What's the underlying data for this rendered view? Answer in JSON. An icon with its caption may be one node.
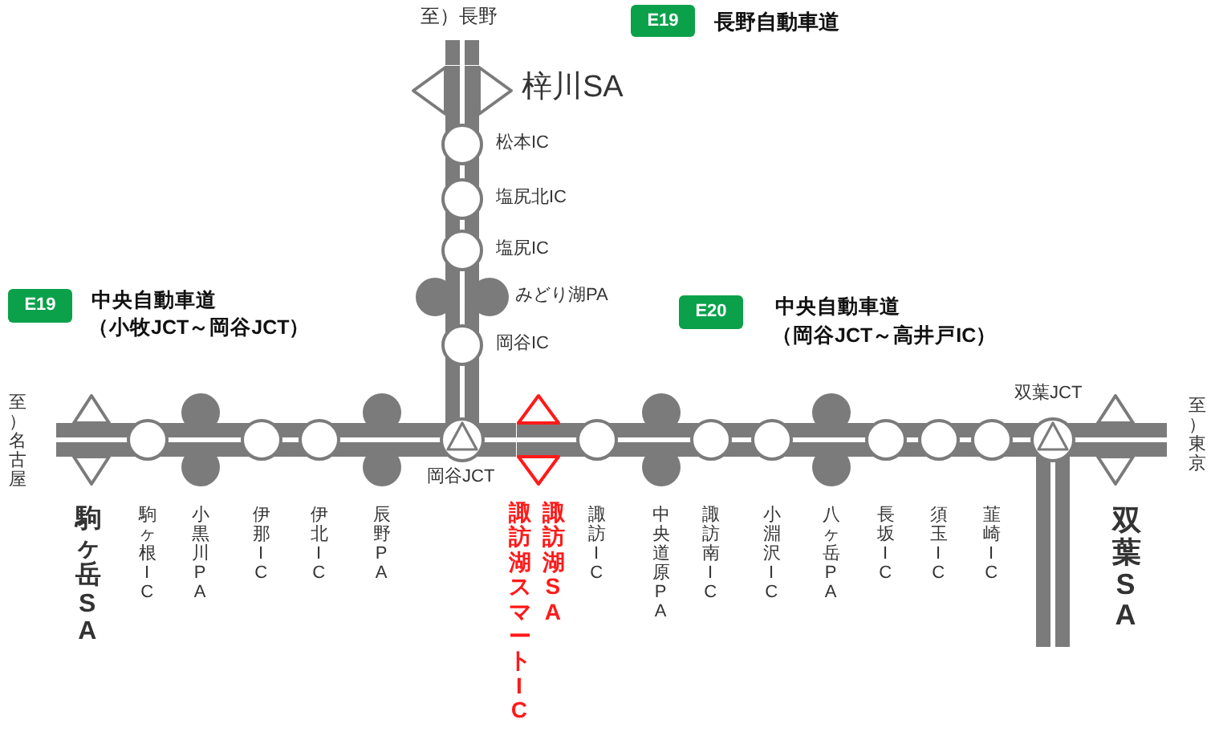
{
  "diagram": {
    "nodes": [
      {
        "text": [
          "E19"
        ],
        "beside": [
          "長野自動車道"
        ]
      },
      {
        "text": [],
        "shape": "triangle",
        "beside": [
          "梓川SA"
        ]
      },
      {
        "text": [],
        "shape": "circle",
        "beside": [
          "松本IC"
        ]
      },
      {
        "text": [],
        "shape": "circle",
        "beside": [
          "塩尻北IC"
        ]
      },
      {
        "text": [],
        "shape": "circle",
        "beside": [
          "塩尻IC"
        ]
      },
      {
        "text": [],
        "shape": "disc",
        "beside": [
          "みどり湖PA"
        ]
      },
      {
        "text": [],
        "shape": "circle",
        "beside": [
          "岡谷IC"
        ]
      },
      {
        "text": [
          "E19"
        ],
        "beside": [
          "中央自動車道",
          "（小牧JCT～岡谷JCT）"
        ]
      },
      {
        "text": [
          "E20"
        ],
        "beside": [
          "中央自動車道",
          "（岡谷JCT～高井戸IC）"
        ]
      },
      {
        "text": [],
        "shape": "triangle",
        "beside": [
          "駒ヶ岳SA"
        ]
      },
      {
        "text": [],
        "shape": "circle",
        "beside": [
          "駒ヶ根IC"
        ]
      },
      {
        "text": [],
        "shape": "disc",
        "beside": [
          "小黒川PA"
        ]
      },
      {
        "text": [],
        "shape": "circle",
        "beside": [
          "伊那IC"
        ]
      },
      {
        "text": [],
        "shape": "circle",
        "beside": [
          "伊北IC"
        ]
      },
      {
        "text": [],
        "shape": "disc",
        "beside": [
          "辰野PA"
        ]
      },
      {
        "text": [],
        "shape": "junction",
        "beside": [
          "岡谷JCT"
        ]
      },
      {
        "text": [],
        "shape": "triangle",
        "beside": [
          "諏訪湖SA",
          "諏訪湖スマートIC"
        ]
      },
      {
        "text": [],
        "shape": "circle",
        "beside": [
          "諏訪IC"
        ]
      },
      {
        "text": [],
        "shape": "disc",
        "beside": [
          "中央道原PA"
        ]
      },
      {
        "text": [],
        "shape": "circle",
        "beside": [
          "諏訪南IC"
        ]
      },
      {
        "text": [],
        "shape": "circle",
        "beside": [
          "小淵沢IC"
        ]
      },
      {
        "text": [],
        "shape": "disc",
        "beside": [
          "八ヶ岳PA"
        ]
      },
      {
        "text": [],
        "shape": "circle",
        "beside": [
          "長坂IC"
        ]
      },
      {
        "text": [],
        "shape": "circle",
        "beside": [
          "須玉IC"
        ]
      },
      {
        "text": [],
        "shape": "circle",
        "beside": [
          "韮崎IC"
        ]
      },
      {
        "text": [],
        "shape": "junction",
        "beside": [
          "双葉JCT"
        ]
      },
      {
        "text": [],
        "shape": "triangle",
        "beside": [
          "双葉SA"
        ]
      }
    ],
    "edges": [
      {
        "from": null,
        "to": 1,
        "arrow": "none"
      },
      {
        "from": 1,
        "to": 2,
        "arrow": "none"
      },
      {
        "from": 2,
        "to": 3,
        "arrow": "none"
      },
      {
        "from": 3,
        "to": 4,
        "arrow": "none"
      },
      {
        "from": 4,
        "to": 5,
        "arrow": "none"
      },
      {
        "from": 5,
        "to": 6,
        "arrow": "none"
      },
      {
        "from": 6,
        "to": 15,
        "arrow": "none"
      },
      {
        "from": null,
        "to": 9,
        "arrow": "none"
      },
      {
        "from": 9,
        "to": 10,
        "arrow": "none"
      },
      {
        "from": 10,
        "to": 11,
        "arrow": "none"
      },
      {
        "from": 11,
        "to": 12,
        "arrow": "none"
      },
      {
        "from": 12,
        "to": 13,
        "arrow": "none"
      },
      {
        "from": 13,
        "to": 14,
        "arrow": "none"
      },
      {
        "from": 14,
        "to": 15,
        "arrow": "none"
      },
      {
        "from": 15,
        "to": 16,
        "arrow": "none"
      },
      {
        "from": 16,
        "to": 17,
        "arrow": "none"
      },
      {
        "from": 17,
        "to": 18,
        "arrow": "none"
      },
      {
        "from": 18,
        "to": 19,
        "arrow": "none"
      },
      {
        "from": 19,
        "to": 20,
        "arrow": "none"
      },
      {
        "from": 20,
        "to": 21,
        "arrow": "none"
      },
      {
        "from": 21,
        "to": 22,
        "arrow": "none"
      },
      {
        "from": 22,
        "to": 23,
        "arrow": "none"
      },
      {
        "from": 23,
        "to": 24,
        "arrow": "none"
      },
      {
        "from": 24,
        "to": 25,
        "arrow": "none"
      },
      {
        "from": 25,
        "to": 26,
        "arrow": "none"
      },
      {
        "from": 26,
        "to": null,
        "arrow": "none"
      },
      {
        "from": 25,
        "to": null,
        "arrow": "none"
      }
    ],
    "labels": [
      "至）長野",
      "至）名古屋",
      "至）東京"
    ]
  }
}
